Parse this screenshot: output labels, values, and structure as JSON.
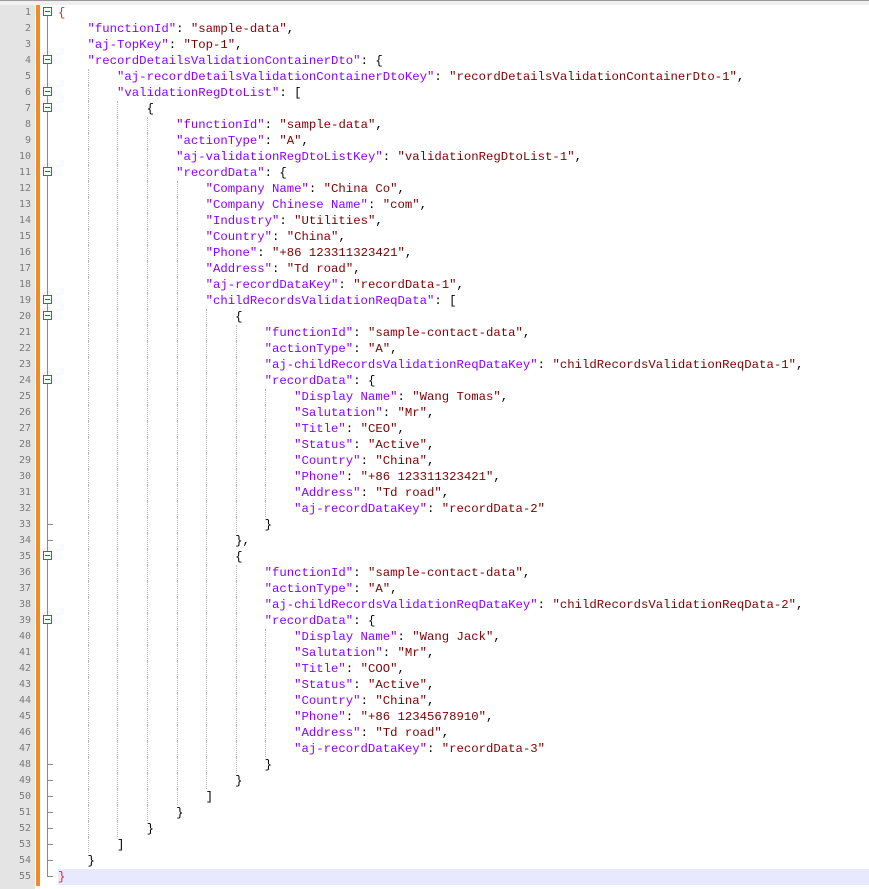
{
  "editor": {
    "colors": {
      "key": "#8b00ff",
      "string": "#800000",
      "punct": "#000000",
      "line_number": "#7a7a7a",
      "change_bar": "#f18a2a",
      "fold_marker": "#d03030",
      "current_line": "#e8e8ff"
    },
    "current_line": 55,
    "lines": [
      {
        "n": "1",
        "indent": 0,
        "fold": "open",
        "brace": "{"
      },
      {
        "n": "2",
        "indent": 1,
        "fold": "line",
        "key": "functionId",
        "sep": ": ",
        "str": "sample-data",
        "end": ","
      },
      {
        "n": "3",
        "indent": 1,
        "fold": "line",
        "key": "aj-TopKey",
        "sep": ": ",
        "str": "Top-1",
        "end": ","
      },
      {
        "n": "4",
        "indent": 1,
        "fold": "open",
        "key": "recordDetailsValidationContainerDto",
        "sep": ": ",
        "end": "{"
      },
      {
        "n": "5",
        "indent": 2,
        "fold": "line",
        "key": "aj-recordDetailsValidationContainerDtoKey",
        "sep": ": ",
        "str": "recordDetailsValidationContainerDto-1",
        "end": ","
      },
      {
        "n": "6",
        "indent": 2,
        "fold": "open",
        "key": "validationRegDtoList",
        "sep": ": ",
        "end": "["
      },
      {
        "n": "7",
        "indent": 3,
        "fold": "open",
        "end": "{"
      },
      {
        "n": "8",
        "indent": 4,
        "fold": "line",
        "key": "functionId",
        "sep": ": ",
        "str": "sample-data",
        "end": ","
      },
      {
        "n": "9",
        "indent": 4,
        "fold": "line",
        "key": "actionType",
        "sep": ": ",
        "str": "A",
        "end": ","
      },
      {
        "n": "10",
        "indent": 4,
        "fold": "line",
        "key": "aj-validationRegDtoListKey",
        "sep": ": ",
        "str": "validationRegDtoList-1",
        "end": ","
      },
      {
        "n": "11",
        "indent": 4,
        "fold": "open",
        "key": "recordData",
        "sep": ": ",
        "end": "{"
      },
      {
        "n": "12",
        "indent": 5,
        "fold": "line",
        "key": "Company Name",
        "sep": ": ",
        "str": "China Co",
        "end": ","
      },
      {
        "n": "13",
        "indent": 5,
        "fold": "line",
        "key": "Company Chinese Name",
        "sep": ": ",
        "str": "com",
        "end": ","
      },
      {
        "n": "14",
        "indent": 5,
        "fold": "line",
        "key": "Industry",
        "sep": ": ",
        "str": "Utilities",
        "end": ","
      },
      {
        "n": "15",
        "indent": 5,
        "fold": "line",
        "key": "Country",
        "sep": ": ",
        "str": "China",
        "end": ","
      },
      {
        "n": "16",
        "indent": 5,
        "fold": "line",
        "key": "Phone",
        "sep": ": ",
        "str": "+86 123311323421",
        "end": ","
      },
      {
        "n": "17",
        "indent": 5,
        "fold": "line",
        "key": "Address",
        "sep": ": ",
        "str": "Td road",
        "end": ","
      },
      {
        "n": "18",
        "indent": 5,
        "fold": "line",
        "key": "aj-recordDataKey",
        "sep": ": ",
        "str": "recordData-1",
        "end": ","
      },
      {
        "n": "19",
        "indent": 5,
        "fold": "open",
        "key": "childRecordsValidationReqData",
        "sep": ": ",
        "end": "["
      },
      {
        "n": "20",
        "indent": 6,
        "fold": "open",
        "end": "{"
      },
      {
        "n": "21",
        "indent": 7,
        "fold": "line",
        "key": "functionId",
        "sep": ": ",
        "str": "sample-contact-data",
        "end": ","
      },
      {
        "n": "22",
        "indent": 7,
        "fold": "line",
        "key": "actionType",
        "sep": ": ",
        "str": "A",
        "end": ","
      },
      {
        "n": "23",
        "indent": 7,
        "fold": "line",
        "key": "aj-childRecordsValidationReqDataKey",
        "sep": ": ",
        "str": "childRecordsValidationReqData-1",
        "end": ","
      },
      {
        "n": "24",
        "indent": 7,
        "fold": "open",
        "key": "recordData",
        "sep": ": ",
        "end": "{"
      },
      {
        "n": "25",
        "indent": 8,
        "fold": "line",
        "key": "Display Name",
        "sep": ": ",
        "str": "Wang Tomas",
        "end": ","
      },
      {
        "n": "26",
        "indent": 8,
        "fold": "line",
        "key": "Salutation",
        "sep": ": ",
        "str": "Mr",
        "end": ","
      },
      {
        "n": "27",
        "indent": 8,
        "fold": "line",
        "key": "Title",
        "sep": ": ",
        "str": "CEO",
        "end": ","
      },
      {
        "n": "28",
        "indent": 8,
        "fold": "line",
        "key": "Status",
        "sep": ": ",
        "str": "Active",
        "end": ","
      },
      {
        "n": "29",
        "indent": 8,
        "fold": "line",
        "key": "Country",
        "sep": ": ",
        "str": "China",
        "end": ","
      },
      {
        "n": "30",
        "indent": 8,
        "fold": "line",
        "key": "Phone",
        "sep": ": ",
        "str": "+86 123311323421",
        "end": ","
      },
      {
        "n": "31",
        "indent": 8,
        "fold": "line",
        "key": "Address",
        "sep": ": ",
        "str": "Td road",
        "end": ","
      },
      {
        "n": "32",
        "indent": 8,
        "fold": "line",
        "key": "aj-recordDataKey",
        "sep": ": ",
        "str": "recordData-2"
      },
      {
        "n": "33",
        "indent": 7,
        "fold": "end",
        "brace": "}"
      },
      {
        "n": "34",
        "indent": 6,
        "fold": "end",
        "brace": "},"
      },
      {
        "n": "35",
        "indent": 6,
        "fold": "open",
        "brace": "{"
      },
      {
        "n": "36",
        "indent": 7,
        "fold": "line",
        "key": "functionId",
        "sep": ": ",
        "str": "sample-contact-data",
        "end": ","
      },
      {
        "n": "37",
        "indent": 7,
        "fold": "line",
        "key": "actionType",
        "sep": ": ",
        "str": "A",
        "end": ","
      },
      {
        "n": "38",
        "indent": 7,
        "fold": "line",
        "key": "aj-childRecordsValidationReqDataKey",
        "sep": ": ",
        "str": "childRecordsValidationReqData-2",
        "end": ","
      },
      {
        "n": "39",
        "indent": 7,
        "fold": "open",
        "key": "recordData",
        "sep": ": ",
        "end": "{"
      },
      {
        "n": "40",
        "indent": 8,
        "fold": "line",
        "key": "Display Name",
        "sep": ": ",
        "str": "Wang Jack",
        "end": ","
      },
      {
        "n": "41",
        "indent": 8,
        "fold": "line",
        "key": "Salutation",
        "sep": ": ",
        "str": "Mr",
        "end": ","
      },
      {
        "n": "42",
        "indent": 8,
        "fold": "line",
        "key": "Title",
        "sep": ": ",
        "str": "COO",
        "end": ","
      },
      {
        "n": "43",
        "indent": 8,
        "fold": "line",
        "key": "Status",
        "sep": ": ",
        "str": "Active",
        "end": ","
      },
      {
        "n": "44",
        "indent": 8,
        "fold": "line",
        "key": "Country",
        "sep": ": ",
        "str": "China",
        "end": ","
      },
      {
        "n": "45",
        "indent": 8,
        "fold": "line",
        "key": "Phone",
        "sep": ": ",
        "str": "+86 12345678910",
        "end": ","
      },
      {
        "n": "46",
        "indent": 8,
        "fold": "line",
        "key": "Address",
        "sep": ": ",
        "str": "Td road",
        "end": ","
      },
      {
        "n": "47",
        "indent": 8,
        "fold": "line",
        "key": "aj-recordDataKey",
        "sep": ": ",
        "str": "recordData-3"
      },
      {
        "n": "48",
        "indent": 7,
        "fold": "end",
        "brace": "}"
      },
      {
        "n": "49",
        "indent": 6,
        "fold": "end",
        "brace": "}"
      },
      {
        "n": "50",
        "indent": 5,
        "fold": "end",
        "brace": "]"
      },
      {
        "n": "51",
        "indent": 4,
        "fold": "end",
        "brace": "}"
      },
      {
        "n": "52",
        "indent": 3,
        "fold": "end",
        "brace": "}"
      },
      {
        "n": "53",
        "indent": 2,
        "fold": "end",
        "brace": "]"
      },
      {
        "n": "54",
        "indent": 1,
        "fold": "end",
        "brace": "}"
      },
      {
        "n": "55",
        "indent": 0,
        "fold": "end",
        "brace": "}"
      }
    ]
  }
}
